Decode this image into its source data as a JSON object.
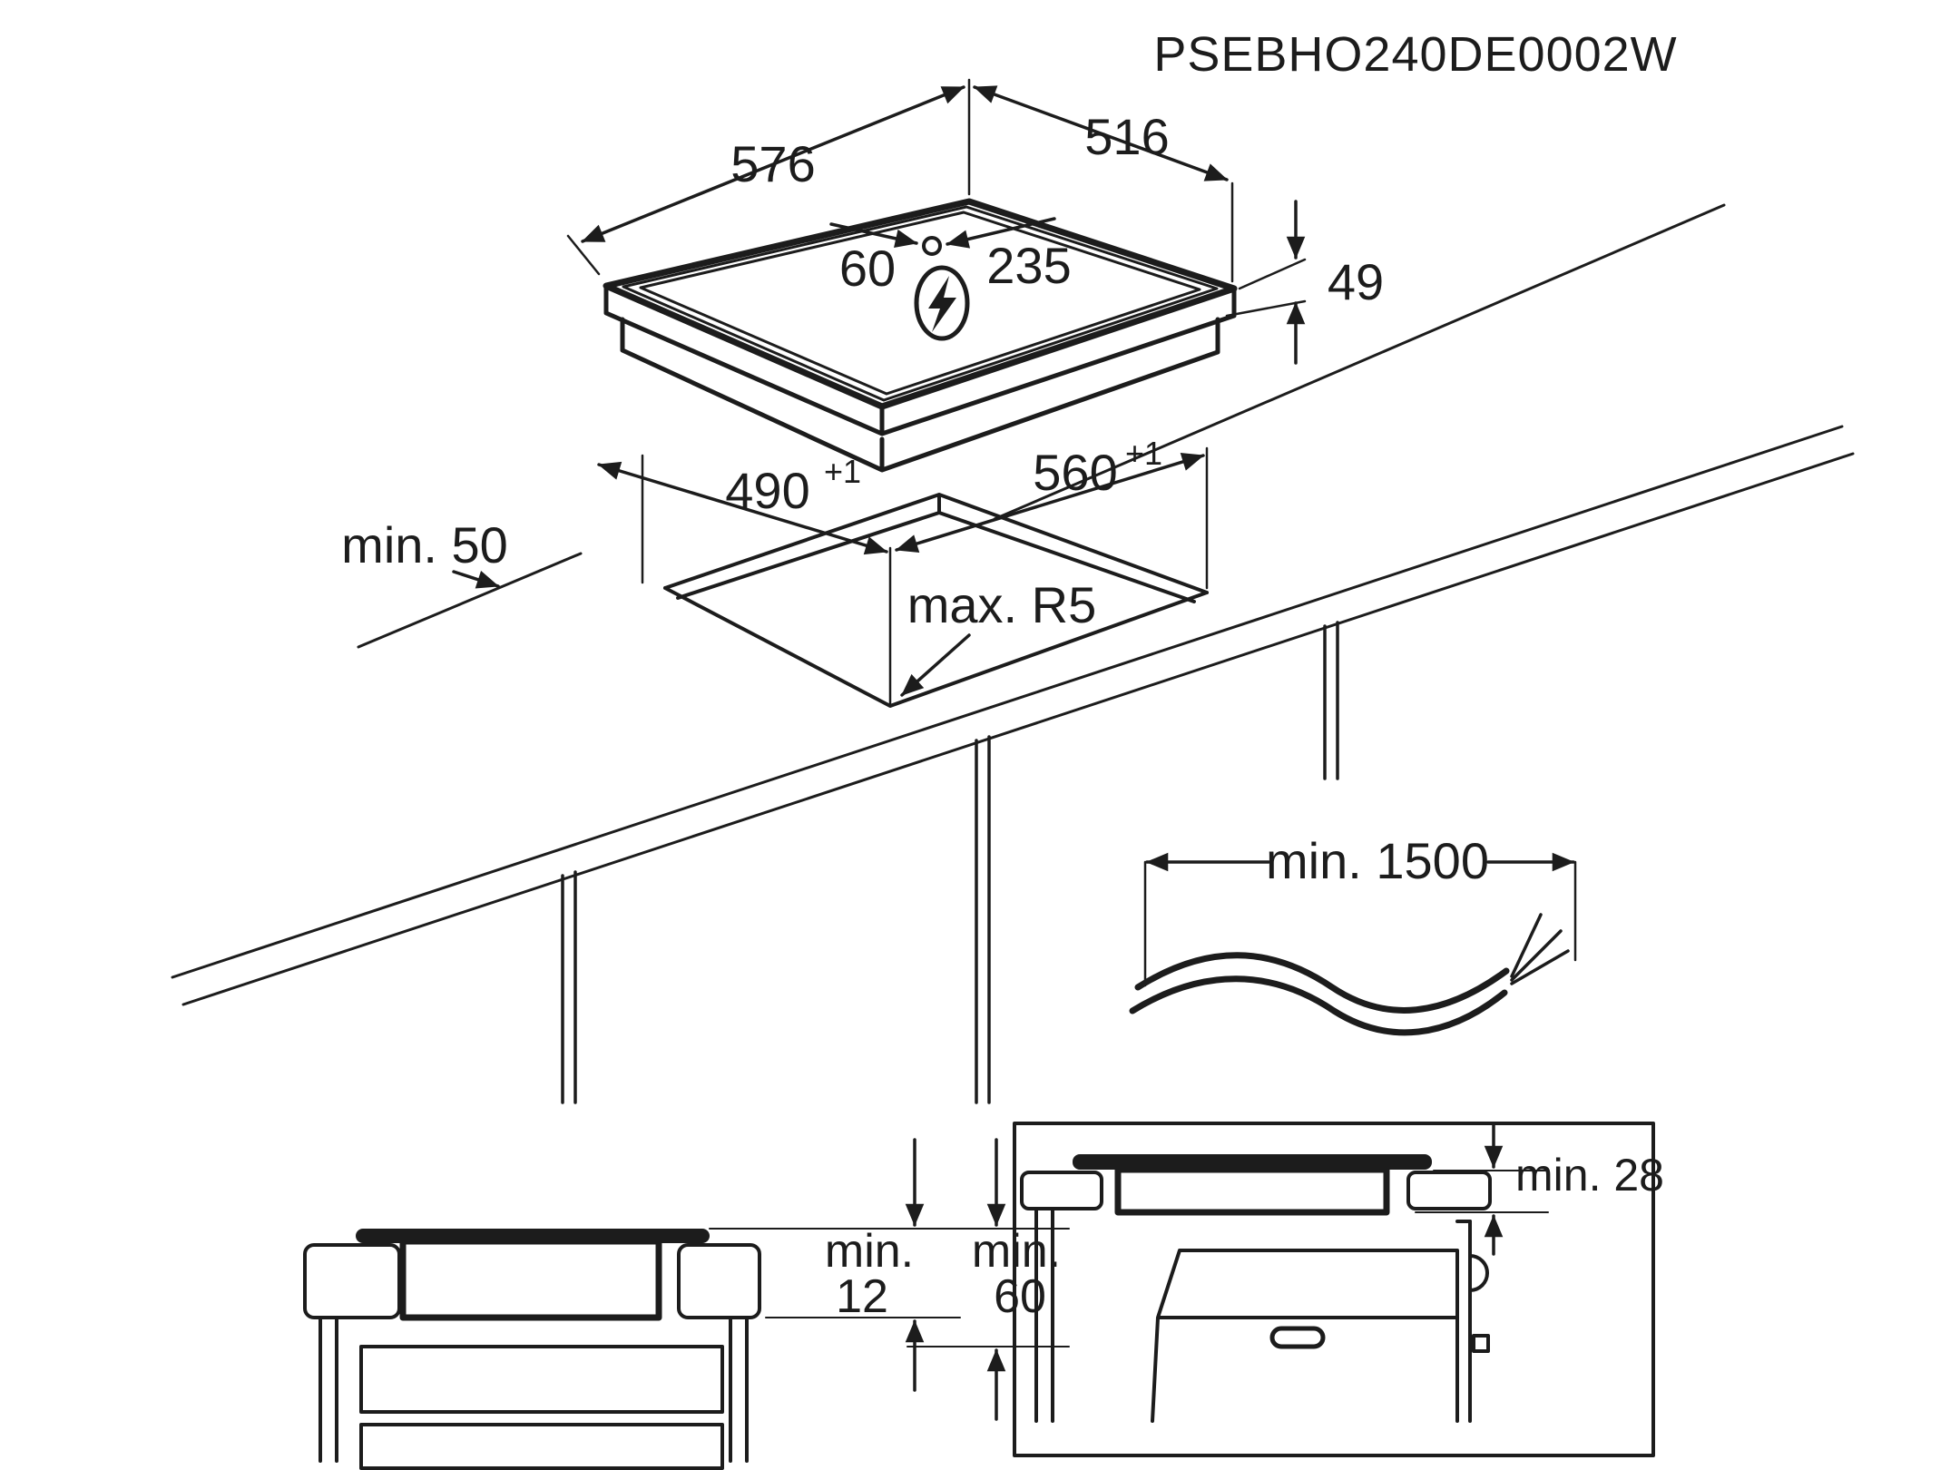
{
  "page": {
    "background": "#ffffff",
    "line_color": "#1c1c1c"
  },
  "title": "PSEBHO240DE0002W",
  "hob_top_view": {
    "width": "576",
    "depth": "516",
    "height": "49",
    "connection_offset_left": "60",
    "connection_offset_right": "235",
    "power_icon": "lightning-bolt-in-circle"
  },
  "worktop_cutout": {
    "depth": "490",
    "depth_tolerance": "+1",
    "width": "560",
    "width_tolerance": "+1",
    "corner_radius": "max. R5",
    "edge_clearance": "min. 50"
  },
  "power_cable": {
    "length": "min. 1500"
  },
  "section_drawer": {
    "hob_gap_label": "min.",
    "hob_gap_value": "12",
    "drawer_gap_label": "min.",
    "drawer_gap_value": "60"
  },
  "section_oven": {
    "oven_gap": "min. 28"
  }
}
